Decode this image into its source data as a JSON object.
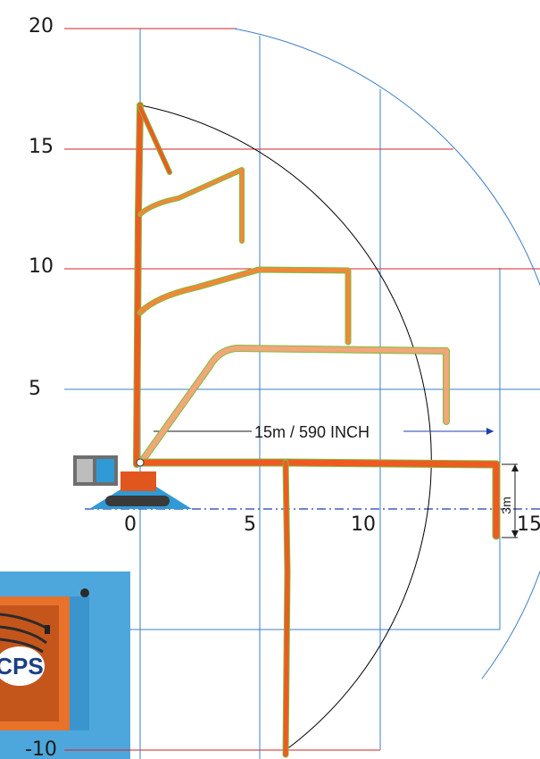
{
  "chart_data": {
    "type": "diagram",
    "y_ticks": [
      "20",
      "15",
      "10",
      "5",
      "-10"
    ],
    "x_ticks": [
      "0",
      "5",
      "10",
      "15"
    ],
    "reach_label": "15m / 590 INCH",
    "height_label": "3m",
    "logo_text": "CPS",
    "colors": {
      "horizontal_gridline": "#d62020",
      "vertical_gridline": "#3d7fc4",
      "outer_arc": "#3d7fc4",
      "inner_arc": "#000000",
      "boom": "#f05a22",
      "boom_light": "#f2a67a",
      "boom_outline": "#7bbf3a",
      "base_machine": "#2f9ad6"
    }
  }
}
